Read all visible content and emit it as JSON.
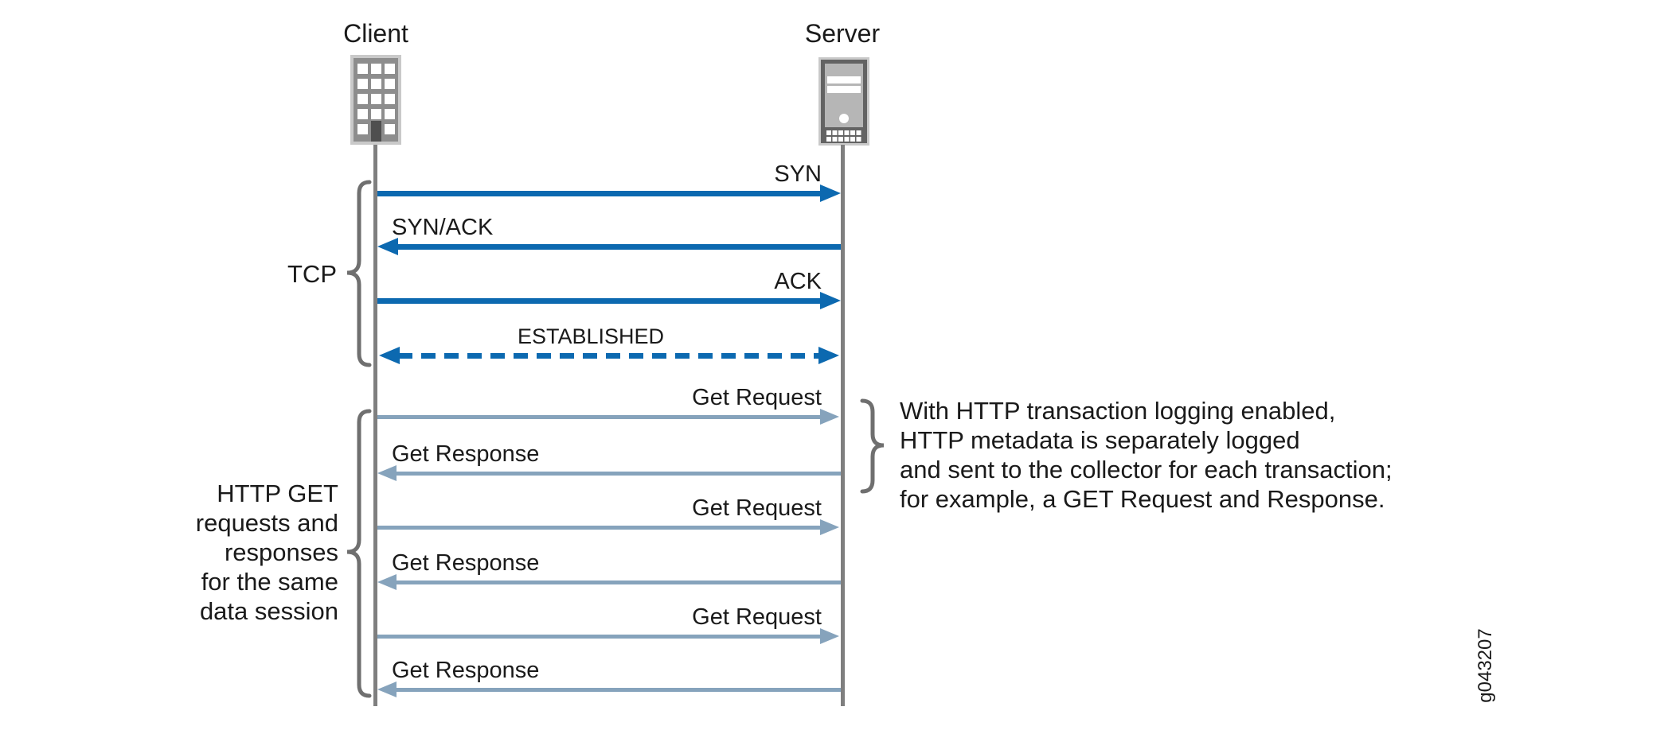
{
  "actors": {
    "client": {
      "label": "Client",
      "icon": "building-icon"
    },
    "server": {
      "label": "Server",
      "icon": "server-tower-icon"
    }
  },
  "tcp": {
    "label": "TCP",
    "messages": [
      {
        "label": "SYN",
        "from": "client",
        "to": "server",
        "style": "solid"
      },
      {
        "label": "SYN/ACK",
        "from": "server",
        "to": "client",
        "style": "solid"
      },
      {
        "label": "ACK",
        "from": "client",
        "to": "server",
        "style": "solid"
      },
      {
        "label": "ESTABLISHED",
        "from": "both",
        "to": "both",
        "style": "dashed-double-arrow"
      }
    ]
  },
  "http": {
    "label_lines": [
      "HTTP GET",
      "requests and",
      "responses",
      "for the same",
      "data session"
    ],
    "messages": [
      {
        "label": "Get Request",
        "from": "client",
        "to": "server",
        "style": "solid"
      },
      {
        "label": "Get Response",
        "from": "server",
        "to": "client",
        "style": "solid"
      },
      {
        "label": "Get Request",
        "from": "client",
        "to": "server",
        "style": "solid"
      },
      {
        "label": "Get Response",
        "from": "server",
        "to": "client",
        "style": "solid"
      },
      {
        "label": "Get Request",
        "from": "client",
        "to": "server",
        "style": "solid"
      },
      {
        "label": "Get Response",
        "from": "server",
        "to": "client",
        "style": "solid"
      }
    ]
  },
  "annotation": {
    "lines": [
      "With HTTP transaction logging enabled,",
      "HTTP metadata is separately logged",
      "and sent to the collector for each transaction;",
      "for example, a GET Request and Response."
    ]
  },
  "figure_id": "g043207",
  "colors": {
    "tcp_arrow": "#0c69b0",
    "http_arrow": "#86a3bc",
    "lifeline": "#7f7f7f",
    "brace": "#6f6f6f",
    "text": "#1a1a1a"
  }
}
